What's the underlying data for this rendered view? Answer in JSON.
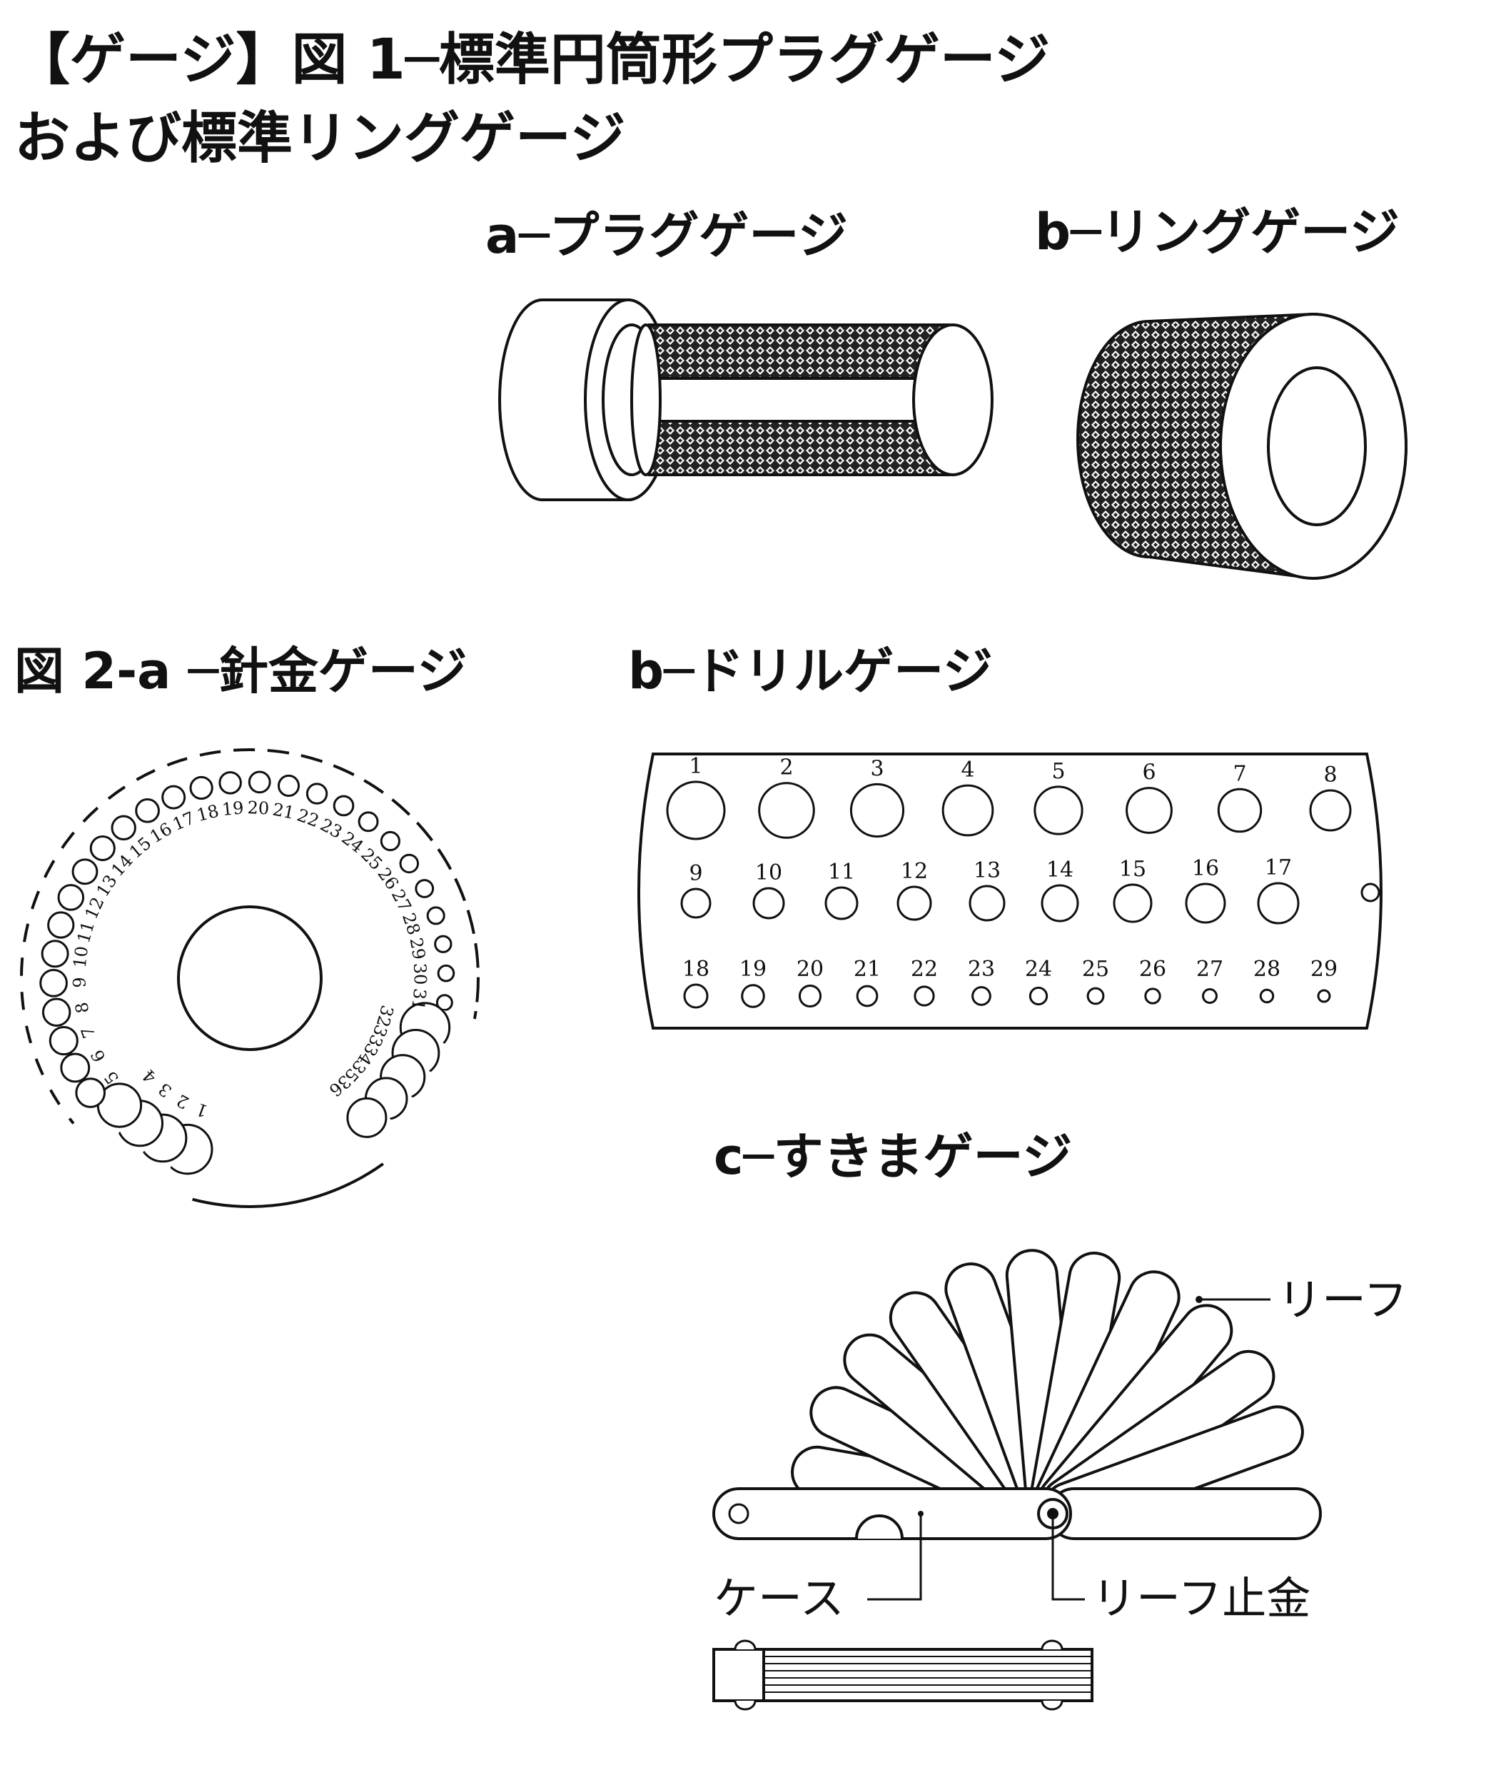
{
  "figure1": {
    "title_line1": "【ゲージ】図 1─標準円筒形プラグゲージ",
    "title_line2": "および標準リングゲージ",
    "plug_label": "a─プラグゲージ",
    "ring_label": "b─リングゲージ"
  },
  "figure2": {
    "title": "図 2-a ─針金ゲージ",
    "drill_label": "b─ドリルゲージ",
    "feeler_label": "c─すきまゲージ",
    "wire_gauge_numbers": [
      "1",
      "2",
      "3",
      "4",
      "5",
      "6",
      "7",
      "8",
      "9",
      "10",
      "11",
      "12",
      "13",
      "14",
      "15",
      "16",
      "17",
      "18",
      "19",
      "20",
      "21",
      "22",
      "23",
      "24",
      "25",
      "26",
      "27",
      "28",
      "29",
      "30",
      "31",
      "32",
      "33",
      "34",
      "35",
      "36"
    ],
    "drill_row1": [
      "1",
      "2",
      "3",
      "4",
      "5",
      "6",
      "7",
      "8"
    ],
    "drill_row2": [
      "9",
      "10",
      "11",
      "12",
      "13",
      "14",
      "15",
      "16",
      "17"
    ],
    "drill_row3": [
      "18",
      "19",
      "20",
      "21",
      "22",
      "23",
      "24",
      "25",
      "26",
      "27",
      "28",
      "29"
    ],
    "callout_leaf": "リーフ",
    "callout_case": "ケース",
    "callout_leaf_pin": "リーフ止金"
  }
}
